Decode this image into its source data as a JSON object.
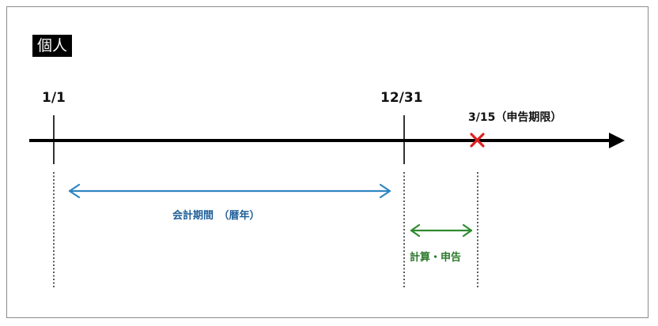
{
  "title": "個人",
  "dates": {
    "start": "1/1",
    "year_end": "12/31",
    "deadline": "3/15（申告期限）"
  },
  "periods": {
    "accounting": "会計期間　（暦年）",
    "filing": "計算・申告"
  },
  "colors": {
    "axis": "#000000",
    "accounting_arrow": "#2e86c1",
    "accounting_text": "#1f5f99",
    "filing_arrow": "#2e8b2e",
    "filing_text": "#2a7a2a",
    "deadline_mark": "#e02020"
  },
  "icons": {
    "deadline_mark": "cross-mark-icon"
  }
}
